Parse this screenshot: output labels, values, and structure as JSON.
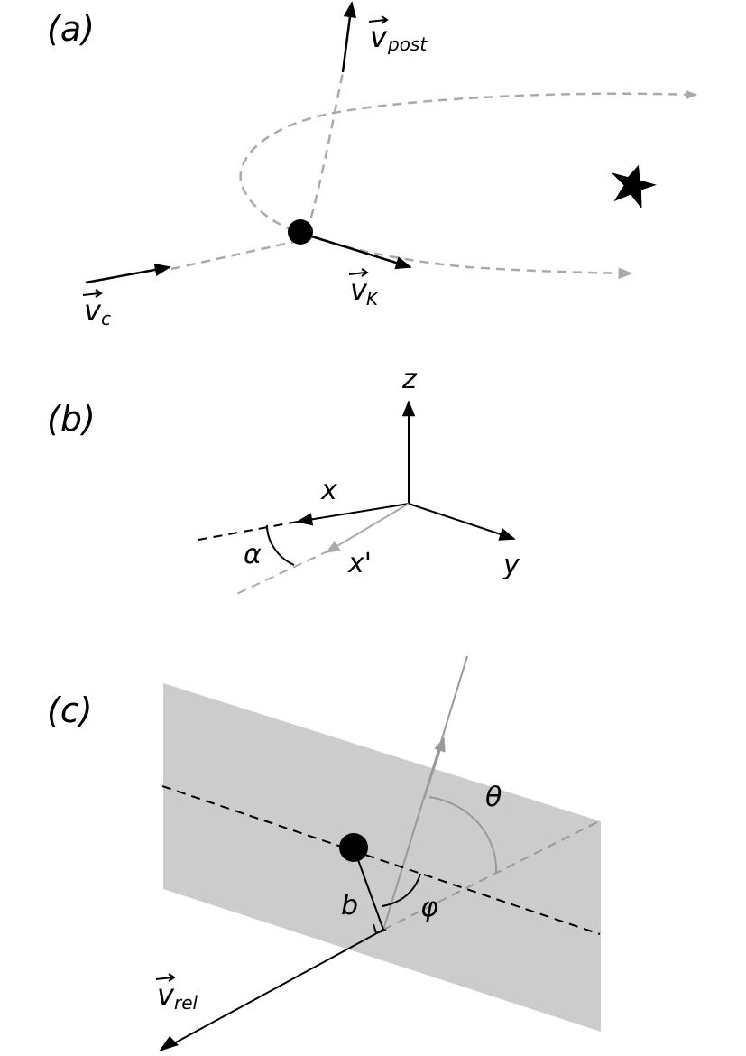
{
  "panels": [
    {
      "label": "(a)"
    },
    {
      "label": "(b)"
    },
    {
      "label": "(c)"
    }
  ],
  "panel_a": {
    "v_post": {
      "symbol": "v",
      "subscript": "post"
    },
    "v_K": {
      "symbol": "v",
      "subscript": "K"
    },
    "v_c": {
      "symbol": "v",
      "subscript": "c"
    }
  },
  "panel_b": {
    "axis_z": "z",
    "axis_x": "x",
    "axis_y": "y",
    "axis_x_prime": "x'",
    "angle": "α"
  },
  "panel_c": {
    "theta": "θ",
    "phi": "φ",
    "b": "b",
    "v_rel": {
      "symbol": "v",
      "subscript": "rel"
    }
  },
  "colors": {
    "ink": "#000000",
    "gray_path": "#aaaaaa",
    "plane_fill": "#cccccc",
    "gray_arrow": "#999999"
  }
}
